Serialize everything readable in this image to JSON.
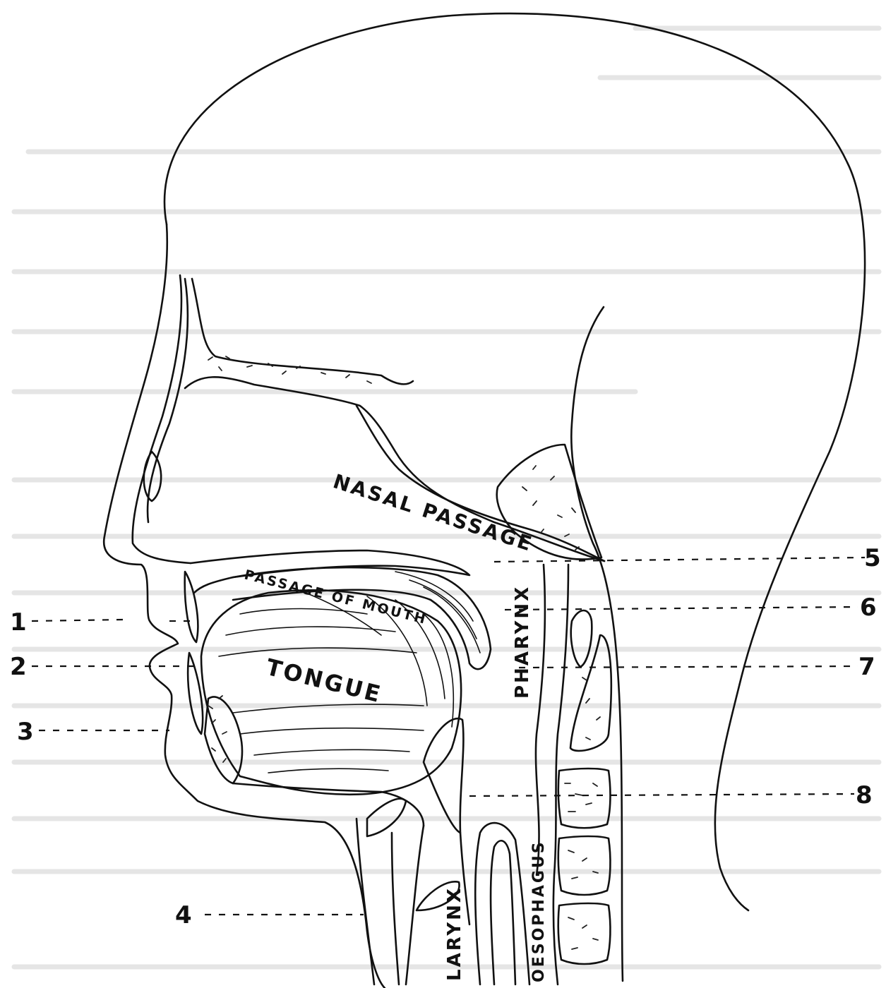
{
  "labels": {
    "nasal_passage": "NASAL PASSAGE",
    "passage_of_mouth": "PASSAGE OF MOUTH",
    "tongue": "TONGUE",
    "pharynx": "PHARYNX",
    "larynx": "LARYNX",
    "oesophagus": "OESOPHAGUS"
  },
  "markers": [
    "1",
    "2",
    "3",
    "4",
    "5",
    "6",
    "7",
    "8"
  ],
  "colors": {
    "ink": "#111111",
    "paper": "#ffffff",
    "bleed_through": "#cfcfcf"
  }
}
